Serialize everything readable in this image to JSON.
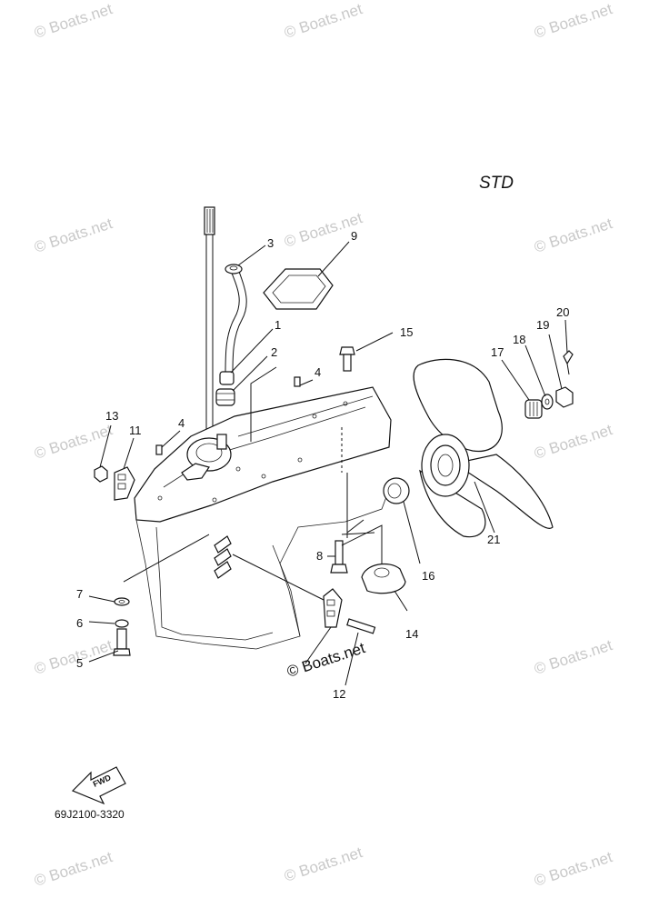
{
  "diagram": {
    "std_label": "STD",
    "part_code": "69J2100-3320",
    "fwd_label": "FWD",
    "watermark_text": "© Boats.net",
    "callouts": [
      "1",
      "2",
      "3",
      "4",
      "4",
      "5",
      "6",
      "7",
      "8",
      "9",
      "11",
      "12",
      "13",
      "14",
      "15",
      "16",
      "17",
      "18",
      "19",
      "20",
      "21"
    ],
    "colors": {
      "line": "#111111",
      "watermark": "#c9c9c9",
      "background": "#ffffff"
    }
  }
}
